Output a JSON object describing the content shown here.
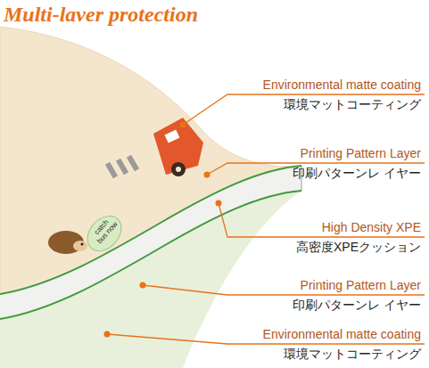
{
  "diagram": {
    "title": "Multi-laver protection",
    "labels": [
      "Environmental matte coating",
      "環境マットコーティング",
      "Printing Pattern Layer",
      "印刷パターンレ イヤー",
      "High Density XPE",
      "高密度XPEクッション",
      "Printing Pattern Layer",
      "印刷パターンレ イヤー",
      "Environmental matte coating",
      "環境マットコーティング",
      "catch bus now"
    ]
  }
}
